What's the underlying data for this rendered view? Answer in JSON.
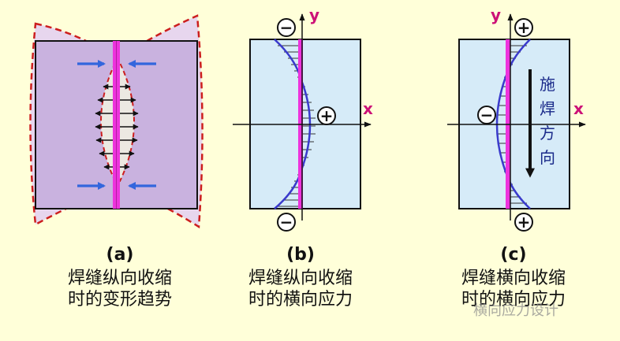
{
  "panel_a": {
    "caption_label": "(a)",
    "caption_line1": "焊缝纵向收缩",
    "caption_line2": "时的变形趋势"
  },
  "panel_b": {
    "axis_y": "y",
    "axis_x": "x",
    "sign_top": "−",
    "sign_bottom": "−",
    "sign_right": "+",
    "caption_label": "(b)",
    "caption_line1": "焊缝纵向收缩",
    "caption_line2": "时的横向应力"
  },
  "panel_c": {
    "axis_y": "y",
    "axis_x": "x",
    "sign_top": "+",
    "sign_bottom": "+",
    "sign_left": "−",
    "direction_label": [
      "施",
      "焊",
      "方",
      "向"
    ],
    "caption_label": "(c)",
    "caption_line1": "焊缝横向收缩",
    "caption_line2": "时的横向应力"
  },
  "watermark": "横向应力设计",
  "colors": {
    "background": "#ffffd9",
    "plate_light": "#d6ebf8",
    "plate_violet": "#c9b2df",
    "weld": "#ee33dd",
    "dash_red": "#cc1e1e",
    "curve_blue": "#3a3acc",
    "arrow_blue": "#3366dd",
    "axis_label": "#cc1177"
  }
}
